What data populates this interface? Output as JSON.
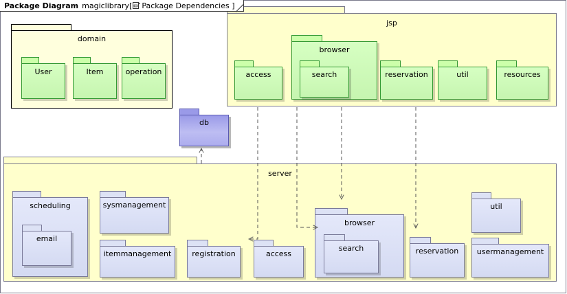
{
  "frame": {
    "kind": "Package Diagram",
    "model": "magiclibrary[",
    "icon": "diagram-icon",
    "view": "Package Dependencies ]"
  },
  "colors": {
    "container_fill_yellow": "#ffffdd",
    "container_fill_yellow_alt": "#ffffcc",
    "container_border_black": "#000000",
    "container_border_gray": "#7a7a8c",
    "green_fill": "#ccffaa",
    "green_border": "#339933",
    "blue_fill": "#dde2f5",
    "blue_border": "#7a7a99",
    "purple_fill": "#adadee",
    "purple_border": "#5a5ab0",
    "edge_color": "#555555",
    "canvas": "#ffffff"
  },
  "packages": {
    "domain": {
      "label": "domain",
      "children": {
        "user": "User",
        "item": "Item",
        "operation": "operation"
      }
    },
    "jsp": {
      "label": "jsp",
      "children": {
        "access": "access",
        "browser": "browser",
        "browser_search": "search",
        "reservation": "reservation",
        "util": "util",
        "resources": "resources"
      }
    },
    "db": {
      "label": "db"
    },
    "server": {
      "label": "server",
      "children": {
        "scheduling": "scheduling",
        "scheduling_email": "email",
        "sysmanagement": "sysmanagement",
        "itemmanagement": "itemmanagement",
        "registration": "registration",
        "access": "access",
        "browser": "browser",
        "browser_search": "search",
        "reservation": "reservation",
        "util": "util",
        "usermanagement": "usermanagement"
      }
    }
  },
  "dependencies": [
    {
      "name": "jsp-access-to-server-access",
      "from": "jsp.access",
      "to": "server.access",
      "style": "dashed-open-arrow"
    },
    {
      "name": "jsp-browser-to-server-browser",
      "from": "jsp.browser",
      "to": "server.browser",
      "style": "dashed-open-arrow"
    },
    {
      "name": "jsp-browser-search-to-server-search",
      "from": "jsp.browser.search",
      "to": "server.browser.search",
      "style": "dashed-open-arrow"
    },
    {
      "name": "jsp-reservation-to-server-reservation",
      "from": "jsp.reservation",
      "to": "server.reservation",
      "style": "dashed-open-arrow"
    },
    {
      "name": "server-to-db",
      "from": "server",
      "to": "db",
      "style": "dashed-open-arrow"
    }
  ]
}
